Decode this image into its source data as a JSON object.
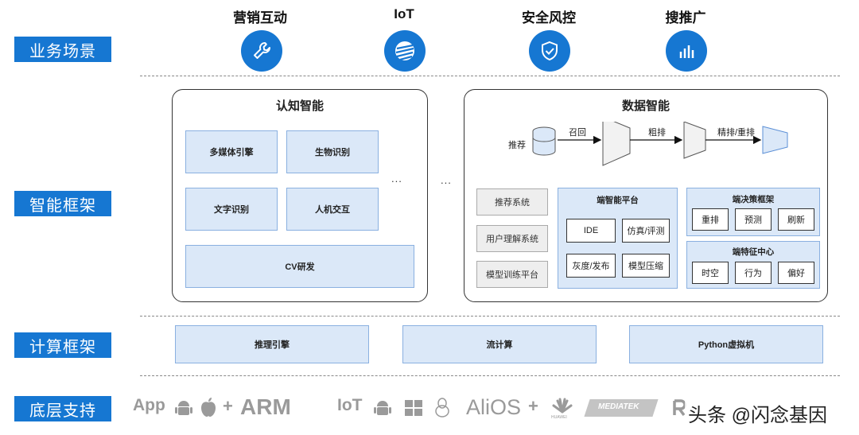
{
  "sections": {
    "business": "业务场景",
    "intelligence": "智能框架",
    "compute": "计算框架",
    "foundation": "底层支持"
  },
  "business_scenarios": [
    {
      "label": "营销互动",
      "icon": "wrench-icon"
    },
    {
      "label": "IoT",
      "icon": "globe-stripes-icon"
    },
    {
      "label": "安全风控",
      "icon": "shield-check-icon"
    },
    {
      "label": "搜推广",
      "icon": "bar-chart-icon"
    }
  ],
  "cognitive": {
    "title": "认知智能",
    "items": [
      "多媒体引擎",
      "生物识别",
      "文字识别",
      "人机交互"
    ],
    "wide_item": "CV研发",
    "ellipsis": "..."
  },
  "between_ellipsis": "...",
  "data_intel": {
    "title": "数据智能",
    "pipeline": {
      "input": "推荐",
      "recall": "召回",
      "coarse": "粗排",
      "fine": "精排/重排"
    },
    "left_systems": [
      "推荐系统",
      "用户理解系统",
      "模型训练平台"
    ],
    "edge_platform": {
      "title": "端智能平台",
      "items": [
        "IDE",
        "仿真/评测",
        "灰度/发布",
        "模型压缩"
      ]
    },
    "edge_decision": {
      "title": "端决策框架",
      "items": [
        "重排",
        "预测",
        "刷新"
      ]
    },
    "edge_feature": {
      "title": "端特征中心",
      "items": [
        "时空",
        "行为",
        "偏好"
      ]
    }
  },
  "compute": [
    "推理引擎",
    "流计算",
    "Python虚拟机"
  ],
  "foundation": {
    "logos": [
      "App",
      "+",
      "ARM",
      "IoT",
      "AliOS",
      "+",
      "HUAWEI",
      "MEDIATEK"
    ]
  },
  "watermark": "头条 @闪念基因",
  "colors": {
    "accent": "#1677d2",
    "box_fill": "#dbe8f8"
  }
}
